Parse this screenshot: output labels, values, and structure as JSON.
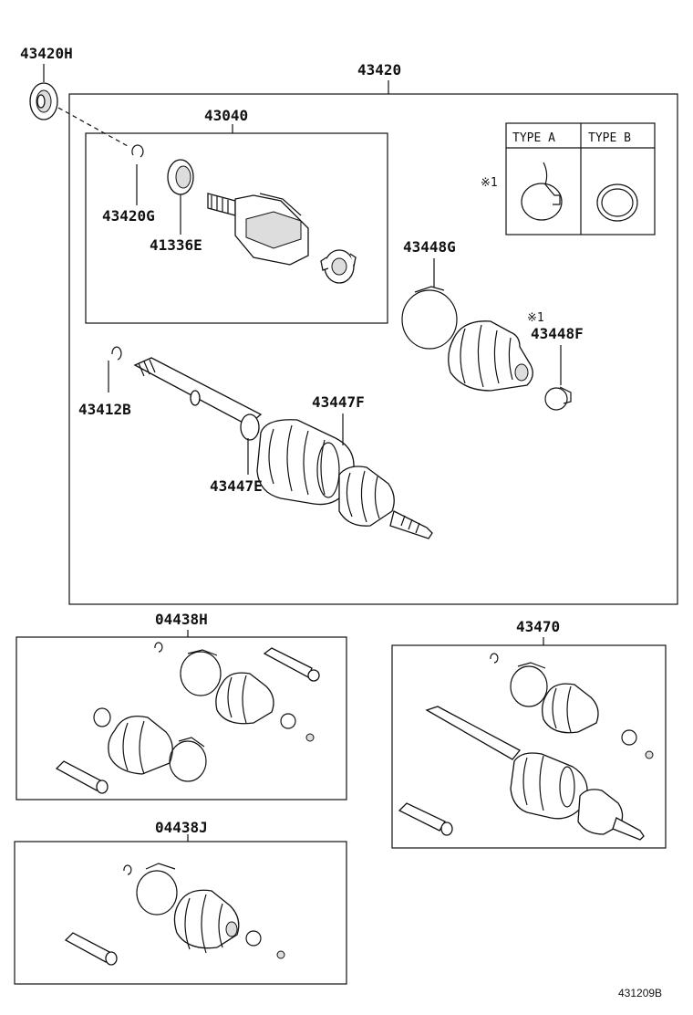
{
  "labels": {
    "p43420H": "43420H",
    "p43420": "43420",
    "p43040": "43040",
    "p43420G": "43420G",
    "p41336E": "41336E",
    "p43448G": "43448G",
    "p43448F": "43448F",
    "p43412B": "43412B",
    "p43447F": "43447F",
    "p43447E": "43447E",
    "p04438H": "04438H",
    "p43470": "43470",
    "p04438J": "04438J"
  },
  "type_table": {
    "type_a": "TYPE A",
    "type_b": "TYPE B",
    "note_mark": "※1"
  },
  "note_mark_43448F": "※1",
  "footer_code": "431209B"
}
